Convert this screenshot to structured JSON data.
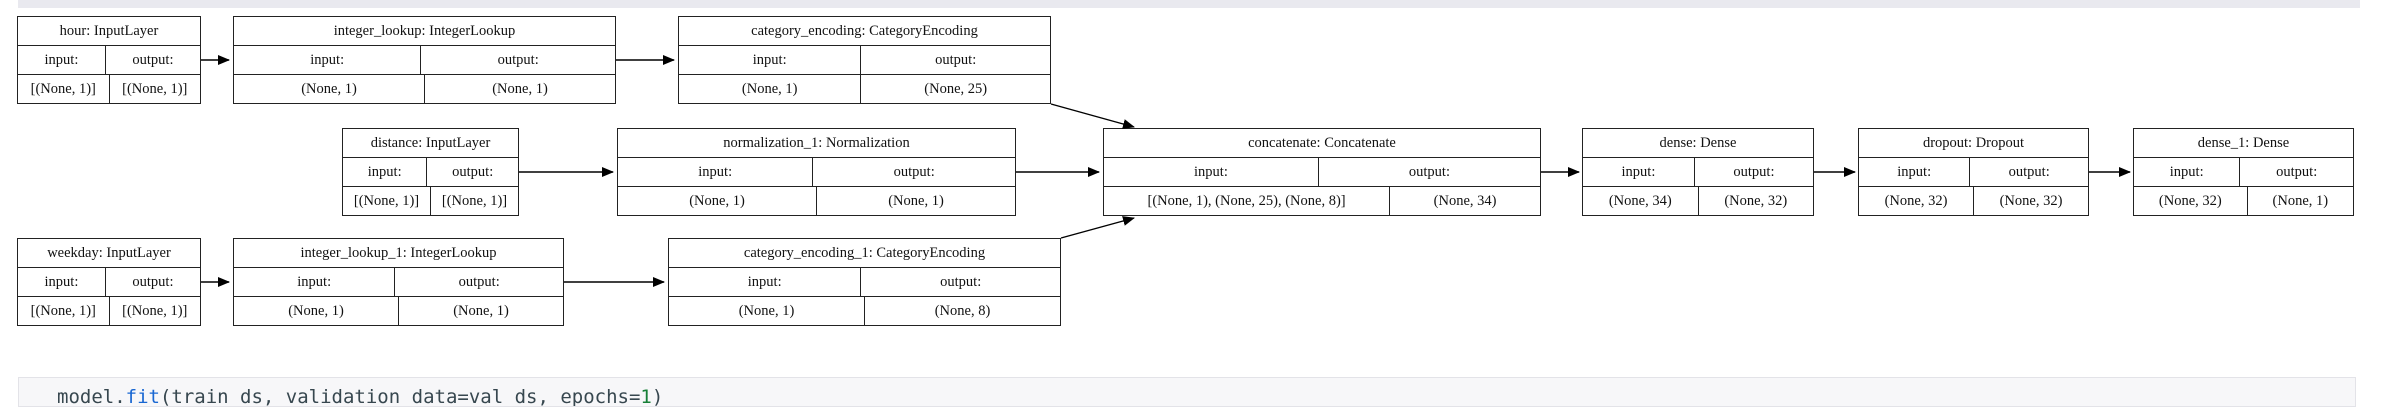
{
  "colors": {
    "page_bg": "#ffffff",
    "box_border": "#222222",
    "box_text": "#111111",
    "edge_line": "#000000",
    "prev_cell_bg": "#e9e9ef",
    "code_cell_bg": "#f7f7f9",
    "code_cell_border": "#e3e3e8",
    "code_text": "#37474f",
    "code_method_color": "#1967d2",
    "code_number_color": "#188038"
  },
  "diagram": {
    "layers": [
      {
        "id": "hour",
        "title": "hour: InputLayer",
        "input_label": "input:",
        "output_label": "output:",
        "input_shape": "[(None, 1)]",
        "output_shape": "[(None, 1)]"
      },
      {
        "id": "integer_lookup",
        "title": "integer_lookup: IntegerLookup",
        "input_label": "input:",
        "output_label": "output:",
        "input_shape": "(None, 1)",
        "output_shape": "(None, 1)"
      },
      {
        "id": "category_encoding",
        "title": "category_encoding: CategoryEncoding",
        "input_label": "input:",
        "output_label": "output:",
        "input_shape": "(None, 1)",
        "output_shape": "(None, 25)"
      },
      {
        "id": "distance",
        "title": "distance: InputLayer",
        "input_label": "input:",
        "output_label": "output:",
        "input_shape": "[(None, 1)]",
        "output_shape": "[(None, 1)]"
      },
      {
        "id": "normalization_1",
        "title": "normalization_1: Normalization",
        "input_label": "input:",
        "output_label": "output:",
        "input_shape": "(None, 1)",
        "output_shape": "(None, 1)"
      },
      {
        "id": "concatenate",
        "title": "concatenate: Concatenate",
        "input_label": "input:",
        "output_label": "output:",
        "input_shape": "[(None, 1), (None, 25), (None, 8)]",
        "output_shape": "(None, 34)"
      },
      {
        "id": "dense",
        "title": "dense: Dense",
        "input_label": "input:",
        "output_label": "output:",
        "input_shape": "(None, 34)",
        "output_shape": "(None, 32)"
      },
      {
        "id": "dropout",
        "title": "dropout: Dropout",
        "input_label": "input:",
        "output_label": "output:",
        "input_shape": "(None, 32)",
        "output_shape": "(None, 32)"
      },
      {
        "id": "dense_1",
        "title": "dense_1: Dense",
        "input_label": "input:",
        "output_label": "output:",
        "input_shape": "(None, 32)",
        "output_shape": "(None, 1)"
      },
      {
        "id": "weekday",
        "title": "weekday: InputLayer",
        "input_label": "input:",
        "output_label": "output:",
        "input_shape": "[(None, 1)]",
        "output_shape": "[(None, 1)]"
      },
      {
        "id": "integer_lookup_1",
        "title": "integer_lookup_1: IntegerLookup",
        "input_label": "input:",
        "output_label": "output:",
        "input_shape": "(None, 1)",
        "output_shape": "(None, 1)"
      },
      {
        "id": "category_encoding_1",
        "title": "category_encoding_1: CategoryEncoding",
        "input_label": "input:",
        "output_label": "output:",
        "input_shape": "(None, 1)",
        "output_shape": "(None, 8)"
      }
    ],
    "edges": [
      {
        "from": "hour",
        "to": "integer_lookup"
      },
      {
        "from": "integer_lookup",
        "to": "category_encoding"
      },
      {
        "from": "category_encoding",
        "to": "concatenate"
      },
      {
        "from": "distance",
        "to": "normalization_1"
      },
      {
        "from": "normalization_1",
        "to": "concatenate"
      },
      {
        "from": "weekday",
        "to": "integer_lookup_1"
      },
      {
        "from": "integer_lookup_1",
        "to": "category_encoding_1"
      },
      {
        "from": "category_encoding_1",
        "to": "concatenate"
      },
      {
        "from": "concatenate",
        "to": "dense"
      },
      {
        "from": "dense",
        "to": "dropout"
      },
      {
        "from": "dropout",
        "to": "dense_1"
      }
    ]
  },
  "code_cell": {
    "segments": [
      {
        "text": "model.",
        "role": "plain"
      },
      {
        "text": "fit",
        "role": "method"
      },
      {
        "text": "(train_ds, validation_data=val_ds, epochs=",
        "role": "plain"
      },
      {
        "text": "1",
        "role": "number"
      },
      {
        "text": ")",
        "role": "plain"
      }
    ]
  }
}
